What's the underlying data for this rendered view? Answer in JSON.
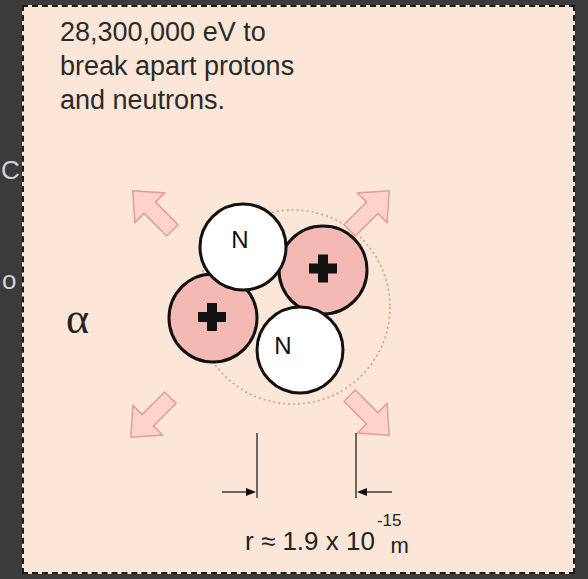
{
  "diagram": {
    "nodes": [
      {
        "text": [
          "28,300,000 eV to break apart protons and neutrons."
        ]
      },
      {
        "text": [
          "N"
        ],
        "in": 0
      },
      {
        "text": [
          "N"
        ],
        "in": 0
      }
    ],
    "labels": [
      "C",
      "o",
      "α",
      "r ≈ 1.9 x 10",
      "-15",
      "m"
    ]
  }
}
